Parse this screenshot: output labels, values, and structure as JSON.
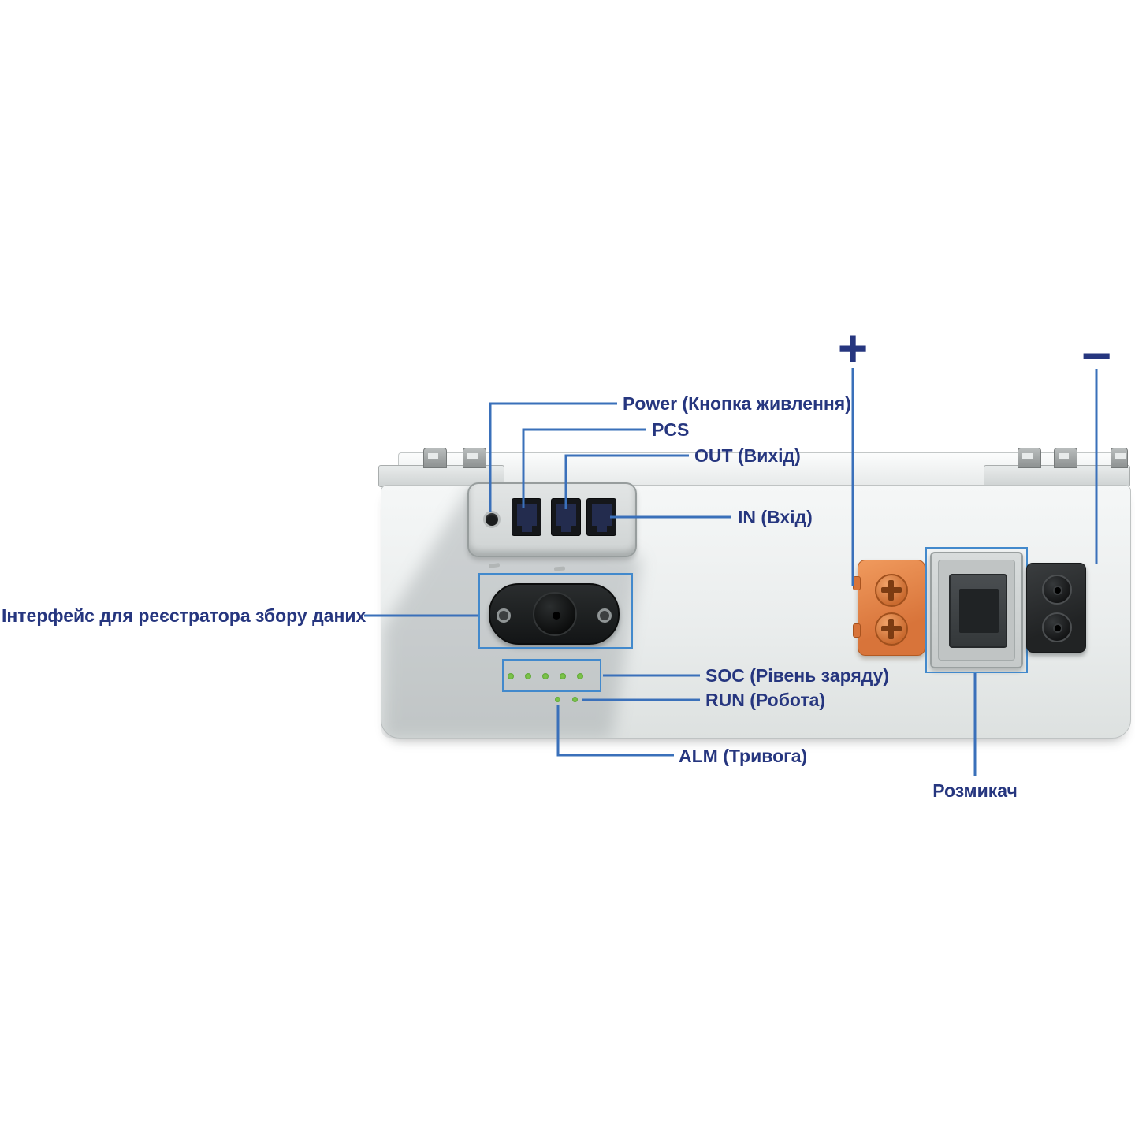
{
  "colors": {
    "label": "#26367f",
    "line": "#3a70ba",
    "outline": "#4289cc",
    "led-green": "#7cc34a",
    "body": "#eceeee",
    "positive-orange": "#e2803f"
  },
  "annotations": {
    "power": "Power (Кнопка живлення)",
    "pcs": "PCS",
    "out": "OUT (Вихід)",
    "in": "IN (Вхід)",
    "data_interface": "Інтерфейс для реєстратора збору даних",
    "soc": "SOC (Рівень заряду)",
    "run": "RUN (Робота)",
    "alm": "ALM (Тривога)",
    "breaker": "Розмикач",
    "plus": "+",
    "minus": "−"
  },
  "indicators": {
    "soc_led_count": 5
  }
}
